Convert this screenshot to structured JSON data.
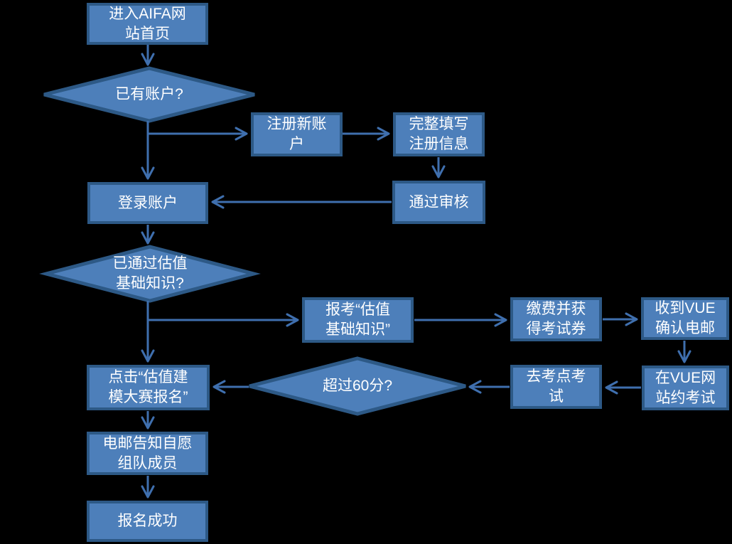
{
  "flowchart": {
    "colors": {
      "background": "#000000",
      "shape_fill": "#4d7fba",
      "shape_border": "#2d5986",
      "connector": "#3f6fae",
      "text": "#ffffff"
    },
    "nodes": {
      "enter_site": {
        "type": "process",
        "label": "进入AIFA网\n站首页"
      },
      "has_account": {
        "type": "decision",
        "label": "已有账户?"
      },
      "register": {
        "type": "process",
        "label": "注册新账\n户"
      },
      "fill_info": {
        "type": "process",
        "label": "完整填写\n注册信息"
      },
      "review": {
        "type": "process",
        "label": "通过审核"
      },
      "login": {
        "type": "process",
        "label": "登录账户"
      },
      "passed_basics": {
        "type": "decision",
        "label": "已通过估值\n基础知识?"
      },
      "register_exam": {
        "type": "process",
        "label": "报考“估值\n基础知识”"
      },
      "pay": {
        "type": "process",
        "label": "缴费并获\n得考试券"
      },
      "vue_email": {
        "type": "process",
        "label": "收到VUE\n确认电邮"
      },
      "vue_schedule": {
        "type": "process",
        "label": "在VUE网\n站约考试"
      },
      "go_exam": {
        "type": "process",
        "label": "去考点考\n试"
      },
      "over_60": {
        "type": "decision",
        "label": "超过60分?"
      },
      "click_register": {
        "type": "process",
        "label": "点击“估值建\n模大赛报名”"
      },
      "email_team": {
        "type": "process",
        "label": "电邮告知自愿\n组队成员"
      },
      "success": {
        "type": "process",
        "label": "报名成功"
      }
    }
  }
}
